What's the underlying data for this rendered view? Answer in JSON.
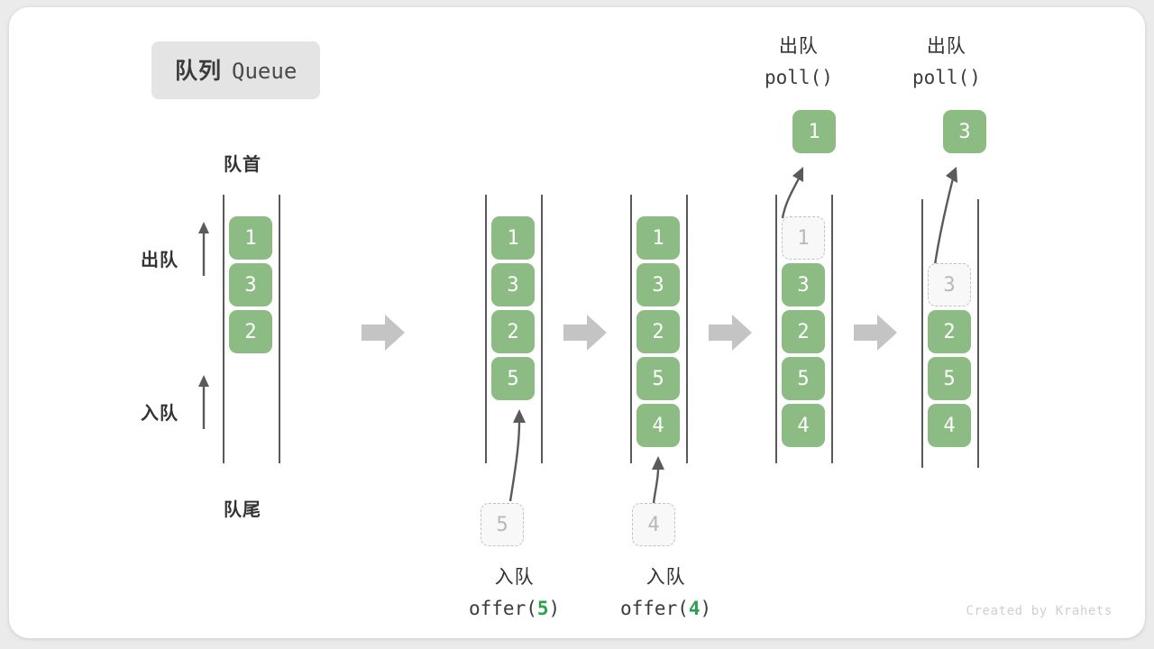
{
  "title": {
    "cn": "队列",
    "en": "Queue"
  },
  "labels": {
    "head": "队首",
    "tail": "队尾",
    "dequeue": "出队",
    "enqueue": "入队"
  },
  "stages": [
    {
      "id": "initial",
      "boxes": [
        "1",
        "3",
        "2"
      ],
      "ghost_index": -1
    },
    {
      "id": "offer-5",
      "boxes": [
        "1",
        "3",
        "2",
        "5"
      ],
      "ghost_index": -1,
      "incoming": {
        "value": "5",
        "op_cn": "入队",
        "op_code_prefix": "offer(",
        "op_code_value": "5",
        "op_code_suffix": ")"
      }
    },
    {
      "id": "offer-4",
      "boxes": [
        "1",
        "3",
        "2",
        "5",
        "4"
      ],
      "ghost_index": -1,
      "incoming": {
        "value": "4",
        "op_cn": "入队",
        "op_code_prefix": "offer(",
        "op_code_value": "4",
        "op_code_suffix": ")"
      }
    },
    {
      "id": "poll-1",
      "boxes": [
        "1",
        "3",
        "2",
        "5",
        "4"
      ],
      "ghost_index": 0,
      "outgoing": {
        "value": "1",
        "op_cn": "出队",
        "op_code": "poll()"
      }
    },
    {
      "id": "poll-3",
      "boxes": [
        "3",
        "2",
        "5",
        "4"
      ],
      "ghost_index": 0,
      "outgoing": {
        "value": "3",
        "op_cn": "出队",
        "op_code": "poll()"
      }
    }
  ],
  "flow_arrows": 4,
  "credit": "Created by Krahets",
  "colors": {
    "element": "#8cbb84",
    "ghost_fill": "#f8f8f8",
    "ghost_border": "#c2c2c2",
    "rail": "#5a5a5a",
    "flow_arrow": "#c4c4c4",
    "highlight": "#2e9e4f",
    "chip_bg": "#e4e4e4"
  }
}
